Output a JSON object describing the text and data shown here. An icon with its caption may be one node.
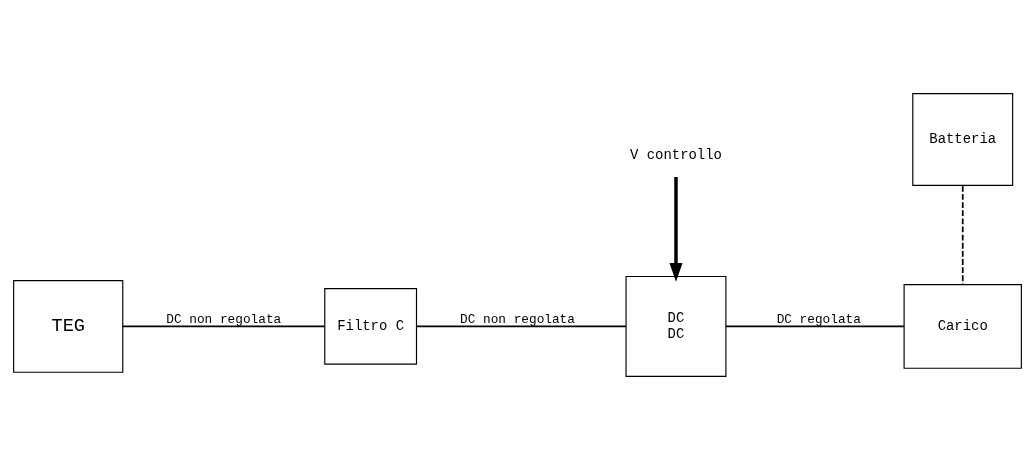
{
  "diagram": {
    "nodes": [
      {
        "text": [
          "TEG"
        ]
      },
      {
        "text": [
          "Filtro C"
        ]
      },
      {
        "text": [
          "DC",
          "DC"
        ]
      },
      {
        "text": [
          "Carico"
        ]
      },
      {
        "text": [
          "Batteria"
        ]
      },
      {
        "text": [
          "V controllo"
        ]
      }
    ],
    "edges": [
      {
        "from": 0,
        "to": 1,
        "arrow": "none",
        "label": "DC non regolata"
      },
      {
        "from": 1,
        "to": 2,
        "arrow": "none",
        "label": "DC non regolata"
      },
      {
        "from": 2,
        "to": 3,
        "arrow": "none",
        "label": "DC regolata"
      },
      {
        "from": 4,
        "to": 3,
        "arrow": "none",
        "style": "dashed"
      },
      {
        "from": 5,
        "to": 2,
        "arrow": "to",
        "style": "thick"
      }
    ]
  }
}
